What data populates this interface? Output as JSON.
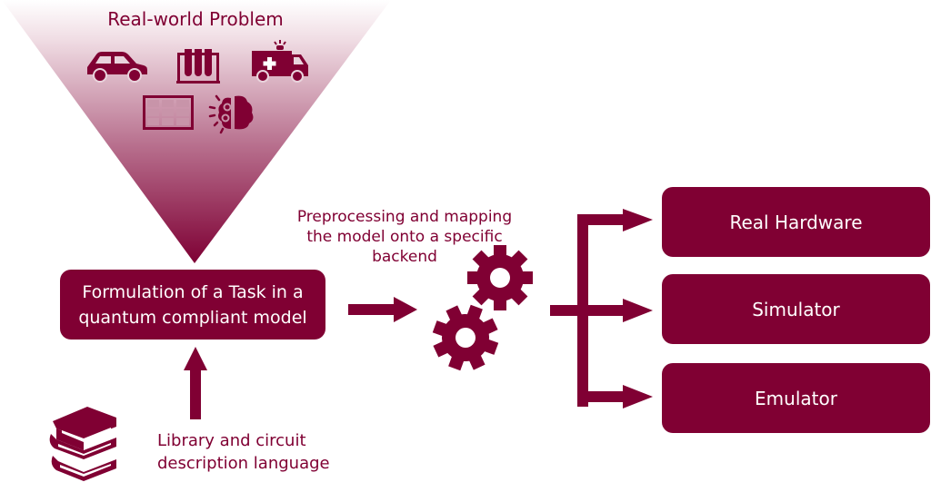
{
  "colors": {
    "accent": "#800033",
    "text_on_accent": "#ffffff",
    "funnel_top": "#f6eef1"
  },
  "funnel": {
    "title": "Real-world Problem",
    "icons": [
      "car-icon",
      "test-tubes-icon",
      "ambulance-icon",
      "table-grid-icon",
      "brain-gears-icon"
    ]
  },
  "task_box": {
    "line1": "Formulation of a Task in a",
    "line2": "quantum compliant model"
  },
  "library": {
    "line1": "Library and circuit",
    "line2": "description language",
    "icon": "books-icon"
  },
  "preprocessing": {
    "line1": "Preprocessing and mapping",
    "line2": "the model onto a specific",
    "line3": "backend",
    "icon": "gears-icon"
  },
  "backends": [
    {
      "label": "Real Hardware"
    },
    {
      "label": "Simulator"
    },
    {
      "label": "Emulator"
    }
  ]
}
